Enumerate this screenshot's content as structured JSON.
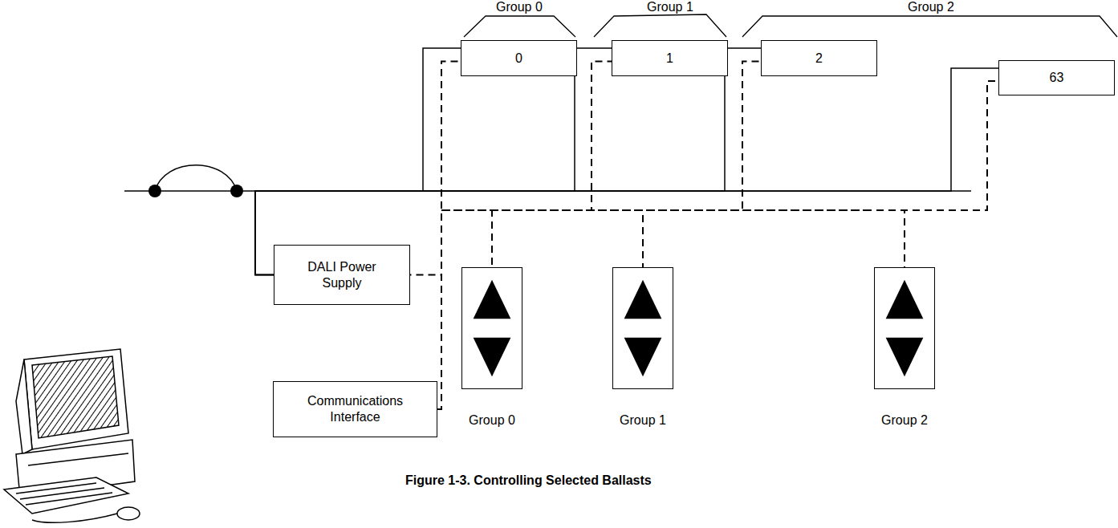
{
  "diagram": {
    "caption": "Figure 1-3.  Controlling Selected Ballasts",
    "nodes": [
      {
        "text": [
          "0"
        ]
      },
      {
        "text": [
          "1"
        ]
      },
      {
        "text": [
          "2"
        ]
      },
      {
        "text": [
          "63"
        ]
      },
      {
        "text": [
          "DALI Power Supply"
        ]
      },
      {
        "text": [
          "Communications Interface"
        ]
      },
      {
        "text": [
          "Group 0"
        ]
      },
      {
        "text": [
          "Group 1"
        ]
      },
      {
        "text": [
          "Group 2"
        ]
      }
    ],
    "edges": [
      {
        "from": 4,
        "to": 0,
        "arrow": "none"
      },
      {
        "from": 4,
        "to": 1,
        "arrow": "none"
      },
      {
        "from": 4,
        "to": 2,
        "arrow": "none"
      },
      {
        "from": 4,
        "to": 3,
        "arrow": "none"
      },
      {
        "from": 5,
        "to": 4,
        "arrow": "none"
      },
      {
        "from": 5,
        "to": 0,
        "arrow": "none"
      },
      {
        "from": 5,
        "to": 1,
        "arrow": "none"
      },
      {
        "from": 5,
        "to": 2,
        "arrow": "none"
      },
      {
        "from": 5,
        "to": 3,
        "arrow": "none"
      },
      {
        "from": 5,
        "to": 6,
        "arrow": "none"
      },
      {
        "from": 5,
        "to": 7,
        "arrow": "none"
      },
      {
        "from": 5,
        "to": 8,
        "arrow": "none"
      }
    ],
    "labels": [
      "Group 0",
      "Group 1",
      "Group 2"
    ]
  }
}
